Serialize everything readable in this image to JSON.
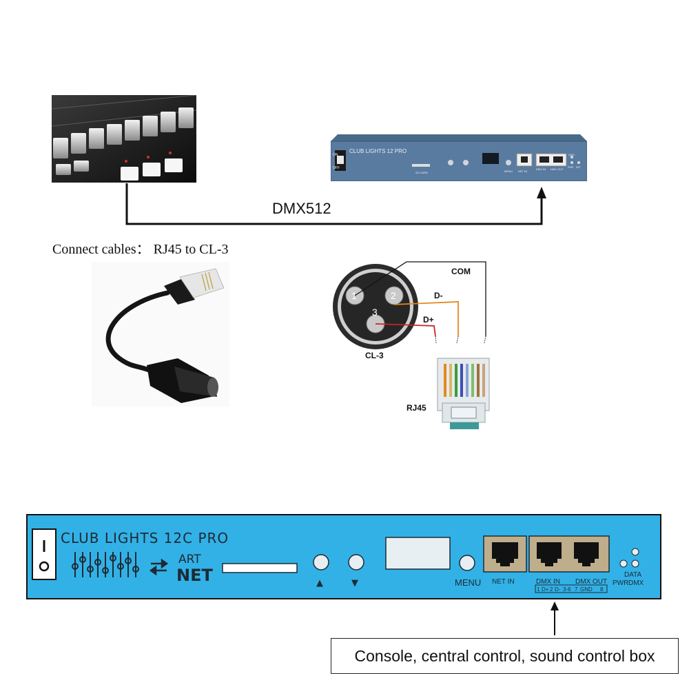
{
  "top": {
    "connection_label": "DMX512",
    "device_small_title": "CLUB LIGHTS 12 PRO",
    "device_small_labels": {
      "on": "ON",
      "off": "OFF",
      "sd_card": "SD CARD",
      "menu": "MENU",
      "net_in": "NET IN",
      "dmx_in": "DMX IN",
      "dmx_out": "DMX OUT",
      "data": "DATA",
      "pwr": "PWR",
      "set": "SET"
    }
  },
  "cables": {
    "instruction": "Connect cables：  RJ45 to CL-3"
  },
  "wiring": {
    "xlr_label": "CL-3",
    "rj45_label": "RJ45",
    "pins": [
      "1",
      "2",
      "3"
    ],
    "wires": [
      "COM",
      "D-",
      "D+"
    ]
  },
  "panel": {
    "title": "CLUB LIGHTS 12C PRO",
    "art": "ART",
    "net": "NET",
    "up_symbol": "▲",
    "down_symbol": "▼",
    "menu": "MENU",
    "net_in": "NET IN",
    "dmx_in": "DMX IN",
    "dmx_out": "DMX OUT",
    "pin_map": [
      "1",
      "D+",
      "2",
      "D-",
      "3-6",
      "7",
      "GND",
      "8"
    ],
    "data_label": "DATA",
    "pwr_label": "PWR",
    "dmx_label": "DMX",
    "color_panel": "#32b1e6"
  },
  "callout": {
    "text": "Console, central control, sound control box"
  }
}
